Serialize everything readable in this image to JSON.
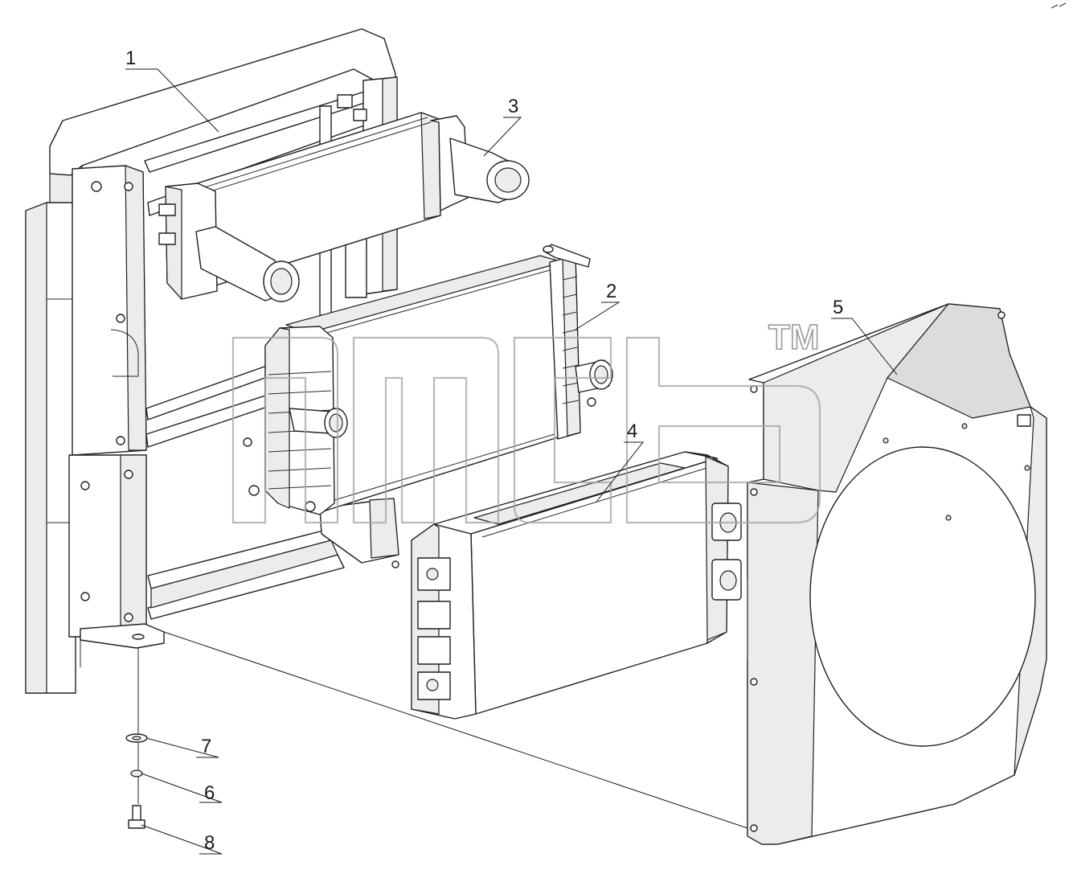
{
  "figure": {
    "callouts": [
      {
        "id": "1",
        "label": "1"
      },
      {
        "id": "2",
        "label": "2"
      },
      {
        "id": "3",
        "label": "3"
      },
      {
        "id": "4",
        "label": "4"
      },
      {
        "id": "5",
        "label": "5"
      },
      {
        "id": "6",
        "label": "6"
      },
      {
        "id": "7",
        "label": "7"
      },
      {
        "id": "8",
        "label": "8"
      }
    ],
    "watermark": {
      "trademark": "TM"
    }
  },
  "colors": {
    "line": "#1f1f1f",
    "shade": "#ececec",
    "watermark": "#a8a8a8"
  }
}
